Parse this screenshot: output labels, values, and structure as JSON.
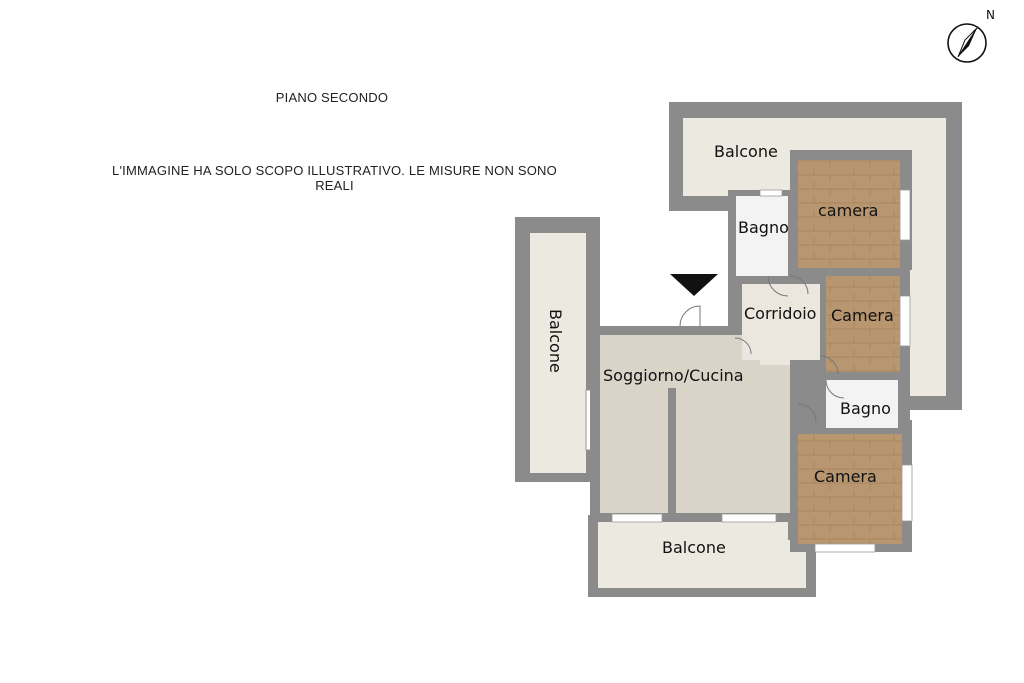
{
  "header": {
    "floor_title": "PIANO SECONDO",
    "disclaimer": "L'IMMAGINE HA SOLO SCOPO ILLUSTRATIVO. LE MISURE NON SONO REALI"
  },
  "compass": {
    "label": "N"
  },
  "rooms": {
    "balcone_north": "Balcone",
    "bagno_top": "Bagno",
    "camera_top": "camera",
    "corridoio": "Corridoio",
    "camera_middle": "Camera",
    "balcone_west": "Balcone",
    "soggiorno": "Soggiorno/Cucina",
    "bagno_bottom": "Bagno",
    "camera_bottom": "Camera",
    "balcone_south": "Balcone"
  },
  "colors": {
    "wall": "#8b8b8b",
    "balcony_floor": "#ece9e1",
    "living_floor": "#d9d3c8",
    "bath_floor": "#f3f3f3",
    "bedroom_floor": "#b8956c",
    "corridor_floor": "#ebe7de"
  }
}
